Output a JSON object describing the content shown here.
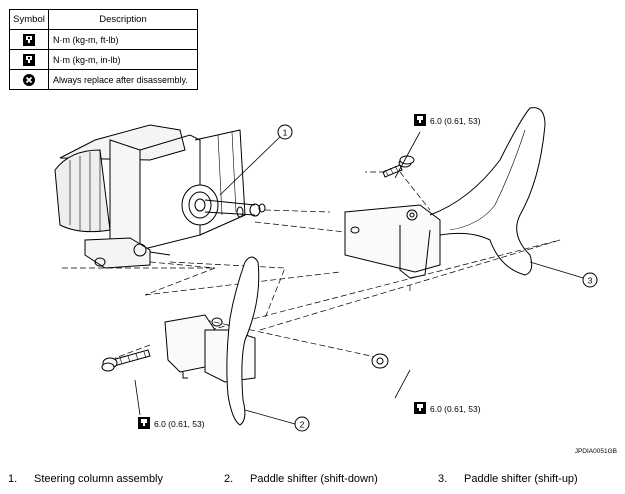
{
  "legend": {
    "headers": {
      "symbol": "Symbol",
      "description": "Description"
    },
    "rows": [
      {
        "icon": "torque-nm-ftlb-icon",
        "text": "N·m (kg-m, ft-lb)"
      },
      {
        "icon": "torque-nm-inlb-icon",
        "text": "N·m (kg-m, in-lb)"
      },
      {
        "icon": "replace-after-disassembly-icon",
        "text": "Always replace after disassembly."
      }
    ]
  },
  "callouts": {
    "one": "1",
    "two": "2",
    "three": "3"
  },
  "torque": {
    "top": "6.0 (0.61, 53)",
    "right": "6.0 (0.61, 53)",
    "bottom": "6.0 (0.61, 53)"
  },
  "figure_code": "JPDIA0051GB",
  "captions": [
    {
      "num": "1.",
      "text": "Steering column assembly"
    },
    {
      "num": "2.",
      "text": "Paddle shifter (shift-down)"
    },
    {
      "num": "3.",
      "text": "Paddle shifter (shift-up)"
    }
  ]
}
